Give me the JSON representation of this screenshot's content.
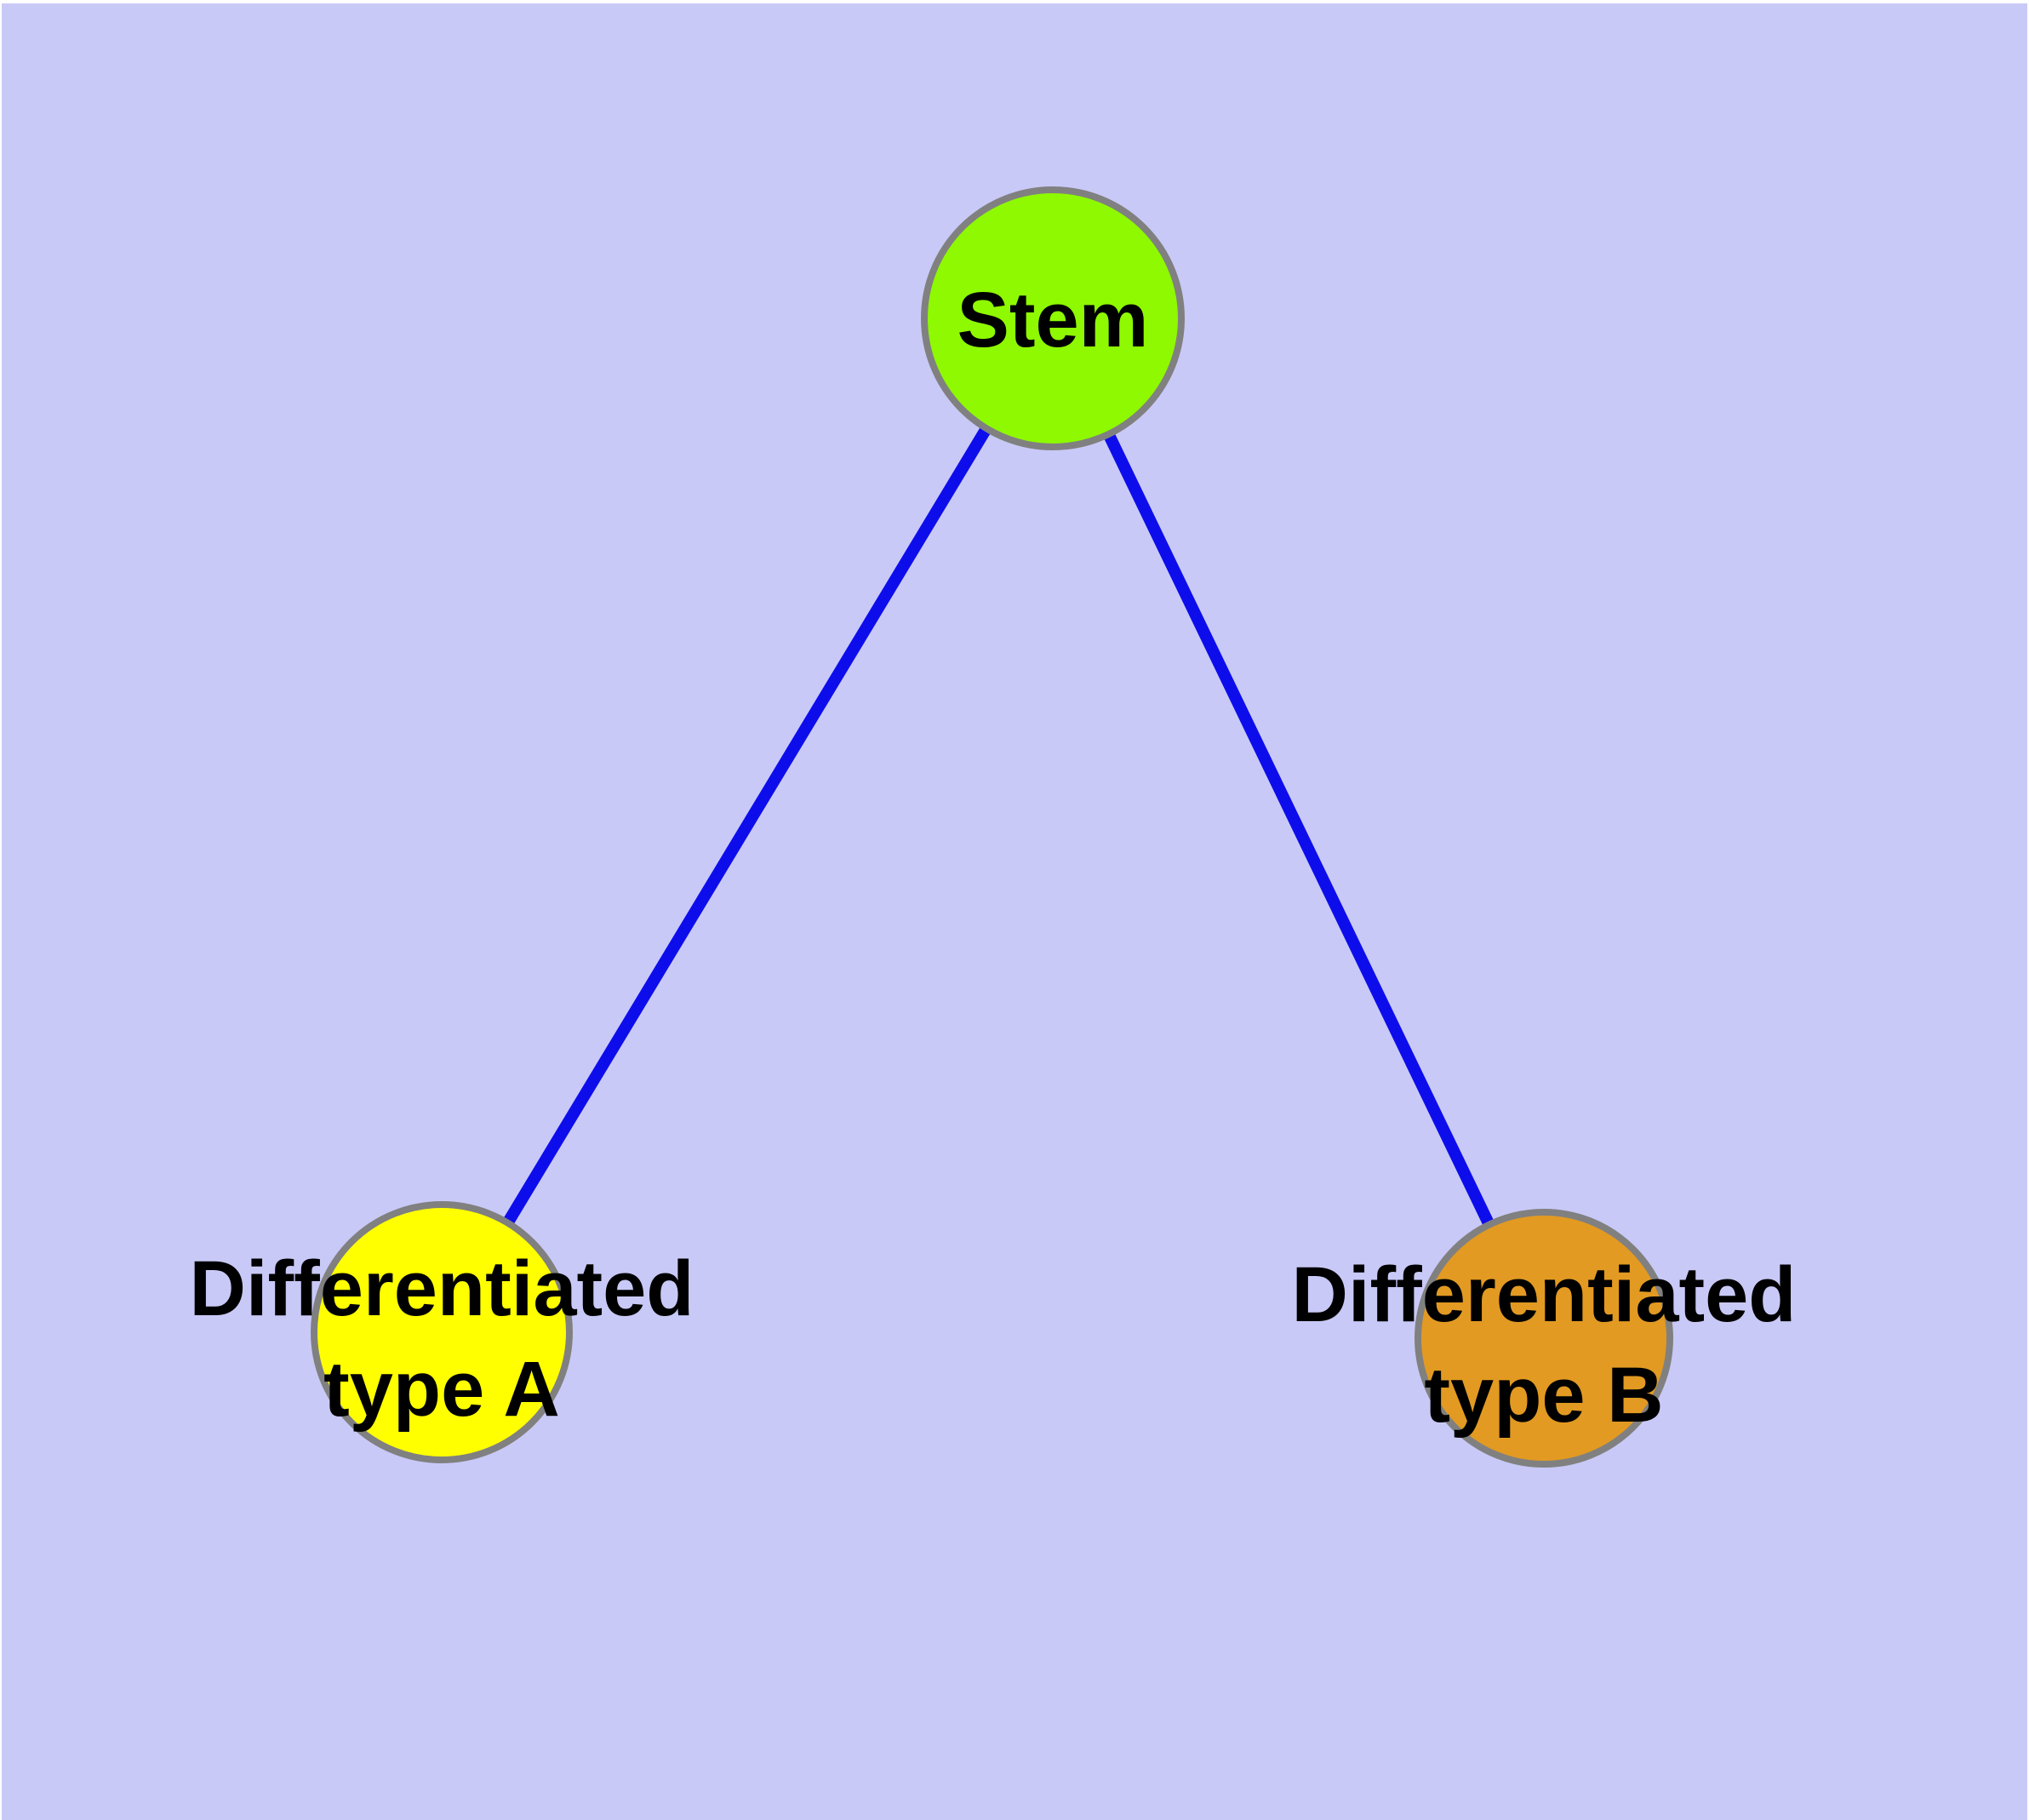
{
  "diagram": {
    "type": "graph",
    "background_color": "#C9C9F7",
    "margin_color": "#FFFFFF",
    "edge_color": "#0D0DEC",
    "node_border_color": "#808080",
    "label_color": "#000000",
    "nodes": [
      {
        "id": "stem",
        "label": "Stem",
        "label_lines": [
          "Stem"
        ],
        "color": "#8EF900"
      },
      {
        "id": "differentiated-type-a",
        "label": "Differentiated type A",
        "label_lines": [
          "Differentiated",
          "type A"
        ],
        "color": "#FFFF00"
      },
      {
        "id": "differentiated-type-b",
        "label": "Differentiated type B",
        "label_lines": [
          "Differentiated",
          "type B"
        ],
        "color": "#E29A22"
      }
    ],
    "edges": [
      {
        "from": "stem",
        "to": "differentiated-type-a"
      },
      {
        "from": "stem",
        "to": "differentiated-type-b"
      }
    ]
  }
}
